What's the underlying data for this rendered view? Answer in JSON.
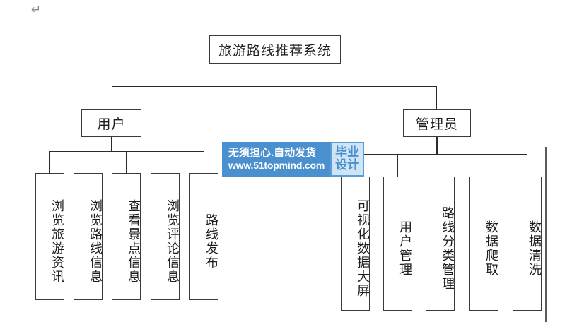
{
  "document": {
    "pilcrow_mark": "↵"
  },
  "diagram": {
    "type": "org-chart",
    "root": {
      "label": "旅游路线推荐系统"
    },
    "branches": [
      {
        "label": "用户"
      },
      {
        "label": "管理员"
      }
    ],
    "user_functions": [
      {
        "label": "浏览旅游资讯"
      },
      {
        "label": "浏览路线信息"
      },
      {
        "label": "查看景点信息"
      },
      {
        "label": "浏览评论信息"
      },
      {
        "label": "路线发布"
      }
    ],
    "admin_functions": [
      {
        "label": "可视化数据大屏"
      },
      {
        "label": "用户管理"
      },
      {
        "label": "路线分类管理"
      },
      {
        "label": "数据爬取"
      },
      {
        "label": "数据清洗"
      }
    ]
  },
  "watermark": {
    "line1": "无须担心.自动发货",
    "line2": "www.51topmind.com",
    "badge_line1": "毕业",
    "badge_line2": "设计",
    "background_color": "#4a90cf",
    "badge_background_color": "#cfe4f5",
    "badge_text_color": "#4a90cf"
  }
}
